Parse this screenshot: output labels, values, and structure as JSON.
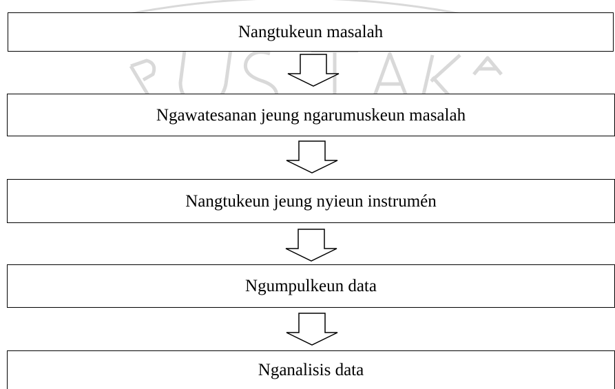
{
  "watermark": {
    "text": "PUSTAKA",
    "color": "#dcdcdc"
  },
  "steps": [
    {
      "label": "Nangtukeun masalah"
    },
    {
      "label": "Ngawatesanan jeung ngarumuskeun masalah"
    },
    {
      "label": "Nangtukeun jeung nyieun instrumén"
    },
    {
      "label": "Ngumpulkeun data"
    },
    {
      "label": "Nganalisis data"
    }
  ],
  "arrows": [
    {
      "icon": "down-arrow-icon"
    },
    {
      "icon": "down-arrow-icon"
    },
    {
      "icon": "down-arrow-icon"
    },
    {
      "icon": "down-arrow-icon"
    }
  ],
  "colors": {
    "stroke": "#000000",
    "background": "#ffffff"
  }
}
